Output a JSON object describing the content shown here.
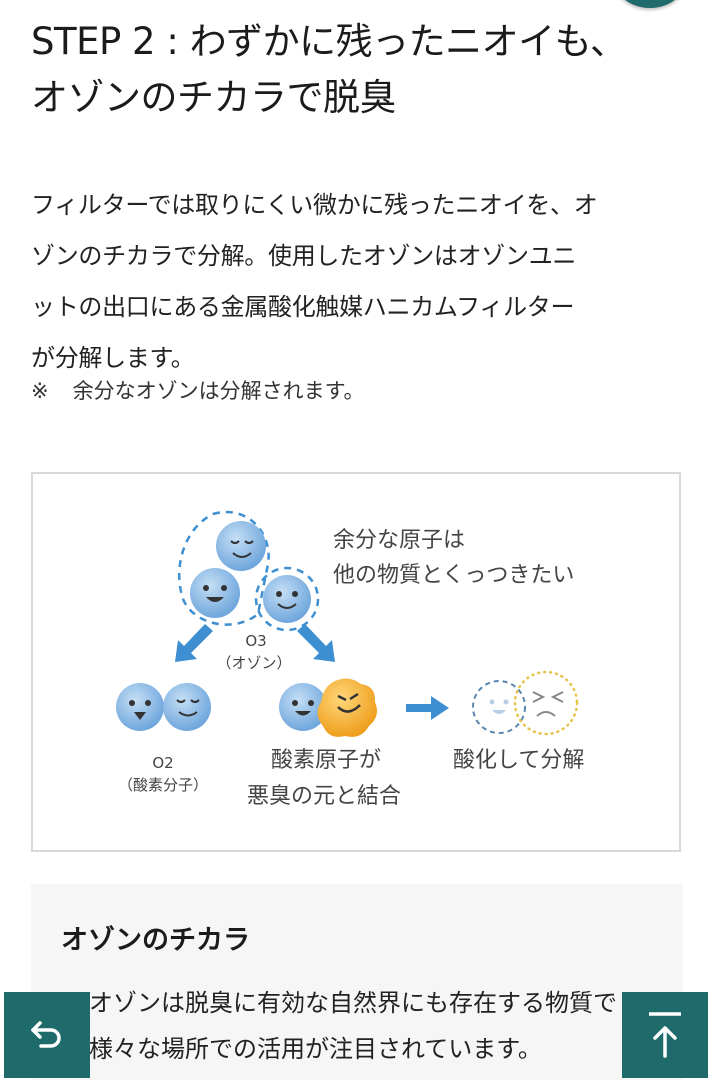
{
  "header": {
    "title_line1": "STEP 2 : わずかに残ったニオイも、",
    "title_line2": "オゾンのチカラで脱臭"
  },
  "body": {
    "lines": [
      "フィルターでは取りにくい微かに残ったニオイを、オ",
      "ゾンのチカラで分解。使用したオゾンはオゾンユニ",
      "ットの出口にある金属酸化触媒ハニカムフィルター",
      "が分解します。"
    ],
    "note_mark": "※",
    "note_text": "余分なオゾンは分解されます。"
  },
  "diagram": {
    "caption_line1": "余分な原子は",
    "caption_line2": "他の物質とくっつきたい",
    "o3_label": "O3",
    "o3_sub": "（オゾン）",
    "o2_label": "O2",
    "o2_sub": "（酸素分子）",
    "bond_line1": "酸素原子が",
    "bond_line2": "悪臭の元と結合",
    "result_label": "酸化して分解",
    "colors": {
      "atom_blue": "#7fb2e0",
      "arrow_blue": "#3e8fd1",
      "odor_orange": "#f2b23a",
      "dashed_yellow": "#e6c34a"
    }
  },
  "info_box": {
    "title": "オゾンのチカラ",
    "line1": "オゾンは脱臭に有効な自然界にも存在する物質で",
    "line2": "様々な場所での活用が注目されています。"
  },
  "buttons": {
    "back_icon": "↩",
    "top_icon": "↑",
    "accent": "#1f6b6b"
  }
}
